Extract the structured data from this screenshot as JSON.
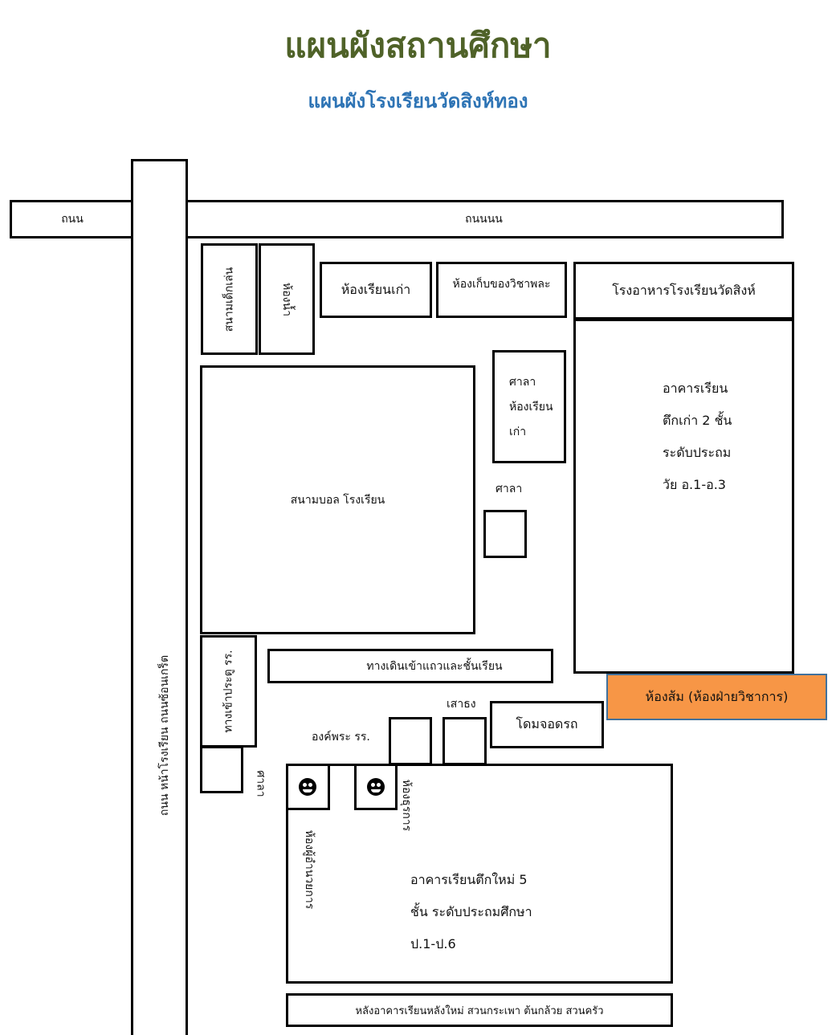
{
  "title": "แผนผังสถานศึกษา",
  "subtitle": "แผนผังโรงเรียนวัดสิงห์ทอง",
  "roads": {
    "left_top": "ถนน",
    "top": "ถนนนน",
    "vertical": "ถนน หน้าโรงเรียน ถนนซ้อนเกร็ต",
    "back": "หลังอาคารเรียนหลังใหม่ สวนกระเพา ต้นกล้วย สวนครัว"
  },
  "places": {
    "playground": "สนามเด็กเล่น",
    "restroom": "ห้องน้ำ",
    "old_classroom": "ห้องเรียนเก่า",
    "pe_storage": "ห้องเก็บของวิชาพละ",
    "canteen": "โรงอาหารโรงเรียนวัดสิงห์",
    "old_building": [
      "อาคารเรียน",
      "ตึกเก่า 2 ชั้น",
      "ระดับประถม",
      "วัย อ.1-อ.3"
    ],
    "pavilion_class": [
      "ศาลา",
      "ห้องเรียน",
      "เก่า"
    ],
    "pavilion": "ศาลา",
    "football_field": "สนามบอล โรงเรียน",
    "entrance": "ทางเข้าประตู รร.",
    "walkway": "ทางเดินเข้าแถวและชั้นเรียน",
    "academic_room": "ห้องส้ม (ห้องฝ่ายวิชาการ)",
    "flagpole": "เสาธง",
    "parking": "โดมจอดรถ",
    "buddha": "องค์พระ รร.",
    "pavilion2": "ศาลา",
    "admin_office": "ห้องธุรการ",
    "director_office": "ห้องผู้อำนวยการ",
    "new_building": [
      "อาคารเรียนตึกใหม่ 5",
      "ชั้น ระดับประถมศึกษา",
      "ป.1-ป.6"
    ]
  },
  "colors": {
    "title": "#4f6228",
    "subtitle": "#2e74b5",
    "academic_room": "#f79646"
  }
}
